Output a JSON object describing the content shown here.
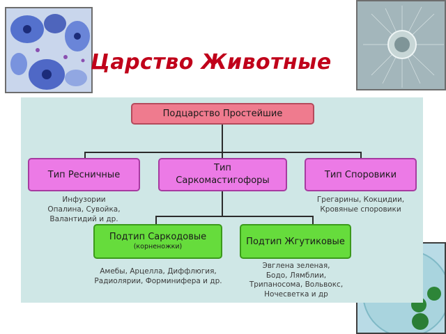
{
  "title": "Царство Животные",
  "root": {
    "label": "Подцарство Простейшие"
  },
  "types": [
    {
      "label": "Тип Ресничные",
      "examples": [
        "Инфузории",
        "Опалина, Сувойка,",
        "Валантидий и др."
      ]
    },
    {
      "label_line1": "Тип",
      "label_line2": "Саркомастигофоры"
    },
    {
      "label": "Тип Споровики",
      "examples": [
        "Грегарины, Кокцидии,",
        "Кровяные споровики"
      ]
    }
  ],
  "subtypes": [
    {
      "label": "Подтип Саркодовые",
      "sublabel": "(корненожки)",
      "examples": [
        "Амебы, Арцелла, Диффлюгия,",
        "Радиолярии, Форминифера и др."
      ]
    },
    {
      "label": "Подтип Жгутиковые",
      "examples": [
        "Эвглена зеленая,",
        "Бодо, Лямблии,",
        "Трипаносома, Вольвокс,",
        "Ночесветка и др"
      ]
    }
  ],
  "colors": {
    "title": "#c0001a",
    "root": "#ef7b8e",
    "type": "#ec7ae6",
    "subtype": "#66dc3c",
    "background": "#cfe7e6"
  },
  "images": [
    "stained-protozoa-photo",
    "radiolarian-photo",
    "volvox-photo"
  ]
}
